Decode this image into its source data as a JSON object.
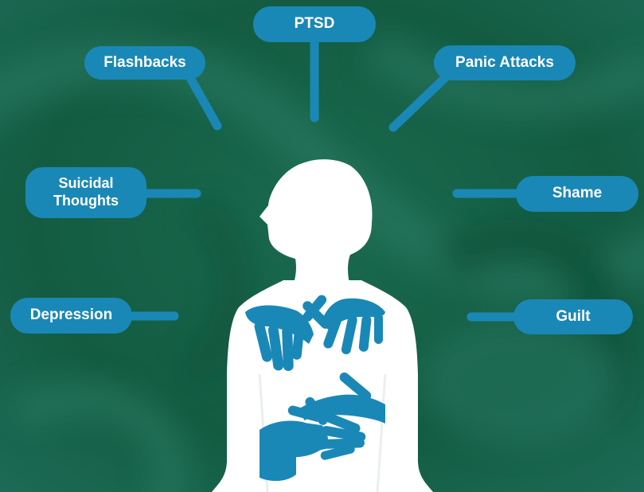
{
  "colors": {
    "background": "#135c42",
    "background_light": "#1f7056",
    "accent": "#1a88b6",
    "figure": "#ffffff"
  },
  "labels": {
    "ptsd": "PTSD",
    "flashbacks": "Flashbacks",
    "panic_attacks": "Panic Attacks",
    "suicidal_thoughts": "Suicidal Thoughts",
    "shame": "Shame",
    "depression": "Depression",
    "guilt": "Guilt"
  }
}
